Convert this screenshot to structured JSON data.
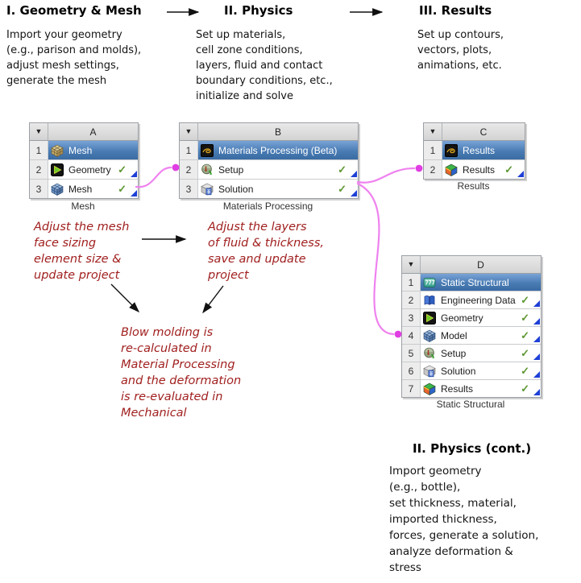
{
  "glyphs": {
    "dropdown": "▼",
    "check": "✓"
  },
  "colors": {
    "connector_line": "#ef82ef",
    "connector_dot": "#e03ee2",
    "annotation_red": "#a12020",
    "selected_row_blue": "#4a7cb4",
    "check_green": "#5e9732",
    "corner_triangle_blue": "#1e3fd6",
    "table_header_gray": "#d9d9d9"
  },
  "phases": [
    {
      "title": "I. Geometry & Mesh",
      "description": "Import your geometry\n(e.g., parison and molds),\nadjust mesh settings,\ngenerate the mesh"
    },
    {
      "title": "II. Physics",
      "description": "Set up materials,\ncell zone conditions,\nlayers, fluid and contact\nboundary conditions, etc.,\ninitialize and solve"
    },
    {
      "title": "III. Results",
      "description": "Set up contours,\nvectors, plots,\nanimations, etc."
    }
  ],
  "systems": {
    "a": {
      "col_header": "A",
      "caption": "Mesh",
      "rows": [
        {
          "num": "1",
          "label": "Mesh",
          "icon": "mesh-tan-icon",
          "selected": true
        },
        {
          "num": "2",
          "label": "Geometry",
          "icon": "design-modeler-icon",
          "check": true,
          "corner": true
        },
        {
          "num": "3",
          "label": "Mesh",
          "icon": "mesh-blue-icon",
          "check": true,
          "corner": true
        }
      ]
    },
    "b": {
      "col_header": "B",
      "caption": "Materials Processing",
      "rows": [
        {
          "num": "1",
          "label": "Materials Processing (Beta)",
          "icon": "materials-processing-icon",
          "selected": true
        },
        {
          "num": "2",
          "label": "Setup",
          "icon": "setup-icon",
          "check": true,
          "corner": true
        },
        {
          "num": "3",
          "label": "Solution",
          "icon": "solution-icon",
          "check": true,
          "corner": true
        }
      ]
    },
    "c": {
      "col_header": "C",
      "caption": "Results",
      "rows": [
        {
          "num": "1",
          "label": "Results",
          "icon": "materials-processing-icon",
          "selected": true
        },
        {
          "num": "2",
          "label": "Results",
          "icon": "results-cube-icon",
          "check": true,
          "corner": true
        }
      ]
    },
    "d": {
      "col_header": "D",
      "caption": "Static Structural",
      "rows": [
        {
          "num": "1",
          "label": "Static Structural",
          "icon": "static-structural-icon",
          "selected": true
        },
        {
          "num": "2",
          "label": "Engineering Data",
          "icon": "engineering-data-icon",
          "check": true,
          "corner": true
        },
        {
          "num": "3",
          "label": "Geometry",
          "icon": "design-modeler-icon",
          "check": true,
          "corner": true
        },
        {
          "num": "4",
          "label": "Model",
          "icon": "mesh-blue-icon",
          "check": true,
          "corner": true
        },
        {
          "num": "5",
          "label": "Setup",
          "icon": "setup-icon",
          "check": true,
          "corner": true
        },
        {
          "num": "6",
          "label": "Solution",
          "icon": "solution-icon",
          "check": true,
          "corner": true
        },
        {
          "num": "7",
          "label": "Results",
          "icon": "results-cube-icon",
          "check": true,
          "corner": true
        }
      ]
    }
  },
  "annotations": {
    "adjust_mesh": "Adjust the mesh\nface sizing\nelement size &\nupdate project",
    "adjust_layers": "Adjust the layers\nof fluid & thickness,\nsave and update\nproject",
    "blow_molding": "Blow molding is\nre-calculated in\nMaterial Processing\nand the deformation\nis re-evaluated in\nMechanical"
  },
  "cont_section": {
    "title": "II. Physics (cont.)",
    "description": "Import geometry\n(e.g., bottle),\nset thickness, material,\nimported thickness,\nforces, generate a solution,\nanalyze deformation &\nstress"
  }
}
